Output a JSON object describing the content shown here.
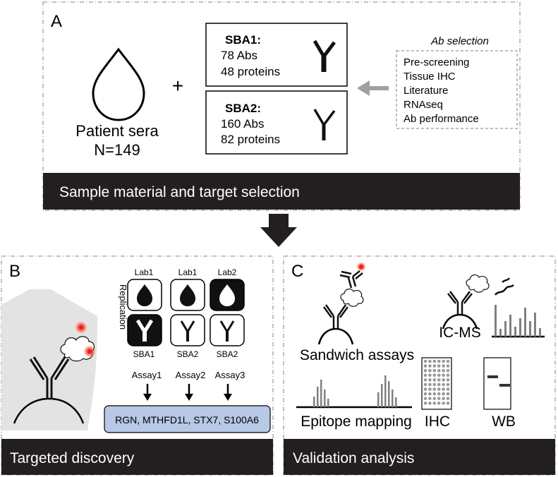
{
  "panel_a": {
    "letter": "A",
    "patient_label": "Patient sera",
    "patient_n": "N=149",
    "plus": "+",
    "sba1": {
      "title": "SBA1:",
      "abs": "78 Abs",
      "proteins": "48 proteins"
    },
    "sba2": {
      "title": "SBA2:",
      "abs": "160 Abs",
      "proteins": "82 proteins"
    },
    "ab_selection": {
      "title": "Ab selection",
      "items": [
        "Pre-screening",
        "Tissue IHC",
        "Literature",
        "RNAseq",
        "Ab performance"
      ]
    },
    "footer": "Sample material and target selection"
  },
  "panel_b": {
    "letter": "B",
    "replication": "Replication",
    "labs": [
      "Lab1",
      "Lab1",
      "Lab2"
    ],
    "sbas": [
      "SBA1",
      "SBA2",
      "SBA2"
    ],
    "assays": [
      "Assay1",
      "Assay2",
      "Assay3"
    ],
    "result": "RGN, MTHFD1L, STX7, S100A6",
    "footer": "Targeted discovery"
  },
  "panel_c": {
    "letter": "C",
    "sandwich": "Sandwich assays",
    "icms": "IC-MS",
    "epitope": "Epitope mapping",
    "ihc": "IHC",
    "wb": "WB",
    "footer": "Validation analysis"
  },
  "colors": {
    "dark_band": "#231f20",
    "dashed_border": "#9a9a9a",
    "gray_arrow": "#a0a0a0",
    "result_box": "#b7c9e6",
    "red_dot": "#e8201c",
    "cone": "#e2e2e2"
  }
}
